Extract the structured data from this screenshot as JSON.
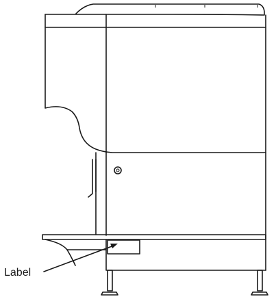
{
  "figure": {
    "subject": "dispenser-side-view",
    "callouts": [
      {
        "id": "label",
        "text": "Label"
      }
    ],
    "colors": {
      "line": "#1a1a1a",
      "background": "#ffffff"
    }
  }
}
